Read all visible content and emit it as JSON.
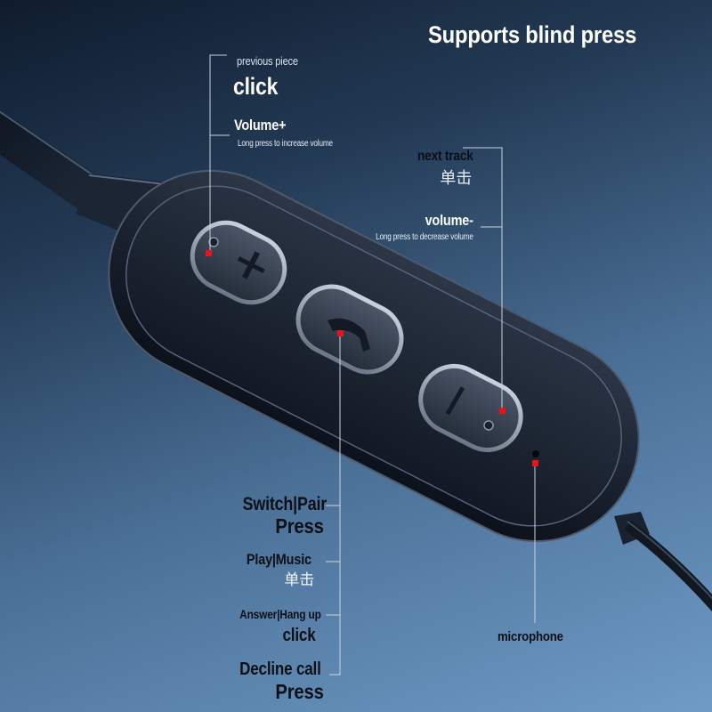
{
  "title": "Supports blind press",
  "volume_plus_button": {
    "single_press_label": "previous piece",
    "single_press_action": "click",
    "label": "Volume+",
    "long_press_description": "Long press to increase volume"
  },
  "volume_minus_button": {
    "single_press_label": "next track",
    "single_press_action": "单击",
    "label": "volume-",
    "long_press_description": "Long press to decrease volume"
  },
  "multifunction_button": {
    "functions": [
      {
        "label": "Switch|Pair",
        "action": "Press"
      },
      {
        "label": "Play|Music",
        "action": "单击"
      },
      {
        "label": "Answer|Hang up",
        "action": "click"
      },
      {
        "label": "Decline call",
        "action": "Press"
      }
    ]
  },
  "microphone": {
    "label": "microphone"
  },
  "icons": {
    "plus": "plus-icon",
    "phone": "phone-icon",
    "minus": "minus-icon",
    "microphone": "microphone-hole-icon",
    "led": "indicator-led-icon",
    "marker": "callout-marker-icon"
  },
  "colors": {
    "marker": "#e8141b",
    "callout_line": "#c9d4e0",
    "text_light": "#ffffff",
    "text_dark": "#0b0f16",
    "remote_body": "#1b2330",
    "button_face": "#323b49"
  }
}
